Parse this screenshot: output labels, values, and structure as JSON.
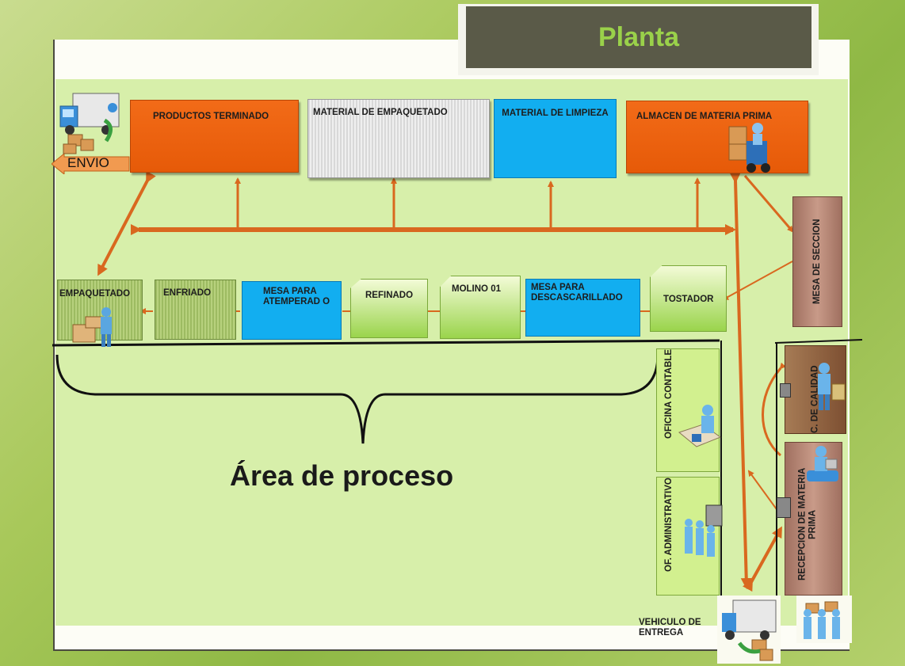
{
  "title": "Planta",
  "storage": {
    "finished": "PRODUCTOS TERMINADO",
    "packaging_material": "MATERIAL DE EMPAQUETADO",
    "cleaning_material": "MATERIAL DE LIMPIEZA",
    "raw_material": "ALMACEN DE MATERIA PRIMA"
  },
  "shipping_label": "ENVIO",
  "process": {
    "packing": "EMPAQUETADO",
    "cooling": "ENFRIADO",
    "tempering": "MESA PARA ATEMPERAD O",
    "refining": "REFINADO",
    "mill": "MOLINO 01",
    "shelling": "MESA PARA DESCASCARILLADO",
    "roaster": "TOSTADOR"
  },
  "selection_table": "MESA DE SECCION",
  "quality_control": "C. DE CALIDAD",
  "raw_reception": "RECEPCION DE MATERIA PRIMA",
  "accounting_office": "OFICINA CONTABLE",
  "admin_office": "OF. ADMINISTRATIVO",
  "process_area_caption": "Área de proceso",
  "delivery_vehicle": "VEHICULO DE ENTREGA",
  "colors": {
    "orange": "#f26b18",
    "blue": "#12aef0",
    "floor": "#d7efaa",
    "arrow": "#d9681f",
    "title_text": "#9ad14a"
  },
  "icons": [
    "truck-icon",
    "forklift-worker-icon",
    "packing-worker-icon",
    "accountant-icon",
    "admin-group-icon",
    "quality-inspector-icon",
    "reception-worker-icon",
    "delivery-truck-icon",
    "workers-group-icon"
  ]
}
